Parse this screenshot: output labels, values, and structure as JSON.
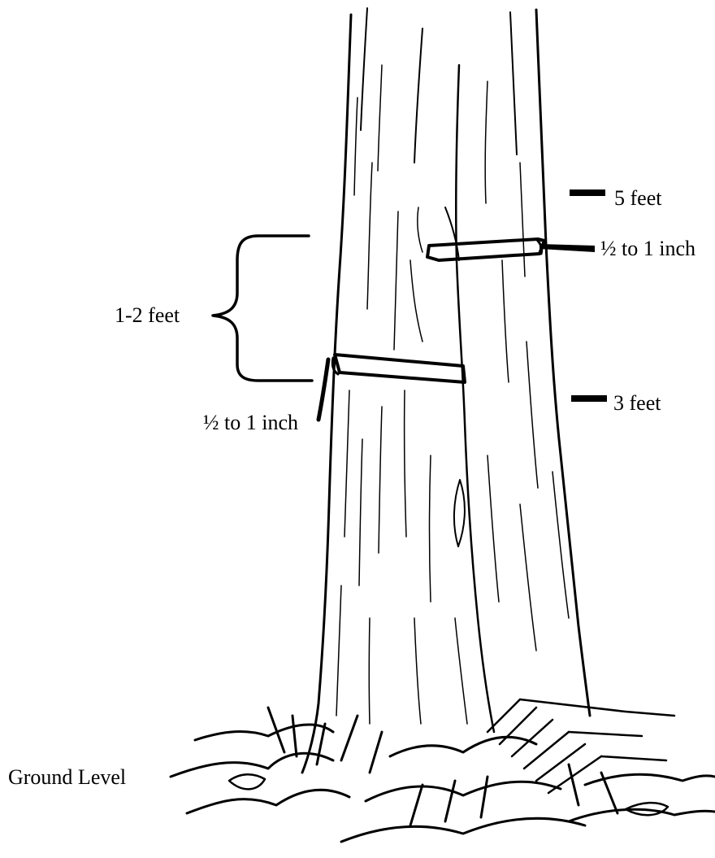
{
  "labels": {
    "five_feet": "5 feet",
    "three_feet": "3 feet",
    "upper_cut_depth": "½ to 1 inch",
    "lower_cut_depth": "½ to 1 inch",
    "spacing": "1-2 feet",
    "ground": "Ground Level"
  }
}
